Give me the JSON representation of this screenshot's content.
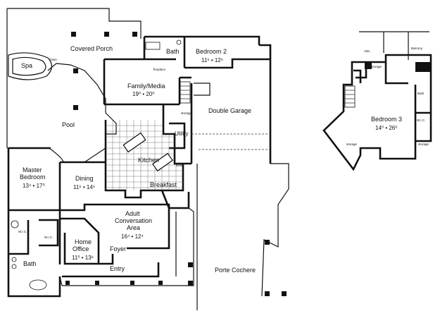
{
  "rooms": {
    "covered_porch": "Covered Porch",
    "spa": "Spa",
    "down": "down",
    "bath_upper": "Bath",
    "fireplace": "fireplace",
    "bedroom2": "Bedroom 2",
    "bedroom2_dims": "11⁶ • 12⁶",
    "family_media": "Family/Media",
    "family_media_dims": "19⁰ • 20⁰",
    "storage": "storage",
    "double_garage": "Double Garage",
    "pool": "Pool",
    "utility": "Utility",
    "kitchen": "Kitchen",
    "desk": "Desk",
    "master_bedroom": "Master",
    "master_bedroom2": "Bedroom",
    "master_dims": "13⁴ • 17⁰",
    "dining": "Dining",
    "dining_dims": "11⁶ • 14⁶",
    "breakfast": "Breakfast",
    "adult_conv1": "Adult",
    "adult_conv2": "Conversation",
    "adult_conv3": "Area",
    "adult_conv_dims": "16⁴ • 12⁴",
    "wic": "W.I.C.",
    "home_office1": "Home",
    "home_office2": "Office",
    "home_office_dims": "11⁰ • 13⁶",
    "foyer": "Foyer",
    "bath_master": "Bath",
    "entry": "Entry",
    "porte_cochere": "Porte Cochere",
    "attic": "Attic",
    "balcony": "Balcony",
    "storage_up": "storage",
    "bath_up": "Bath",
    "bedroom3": "Bedroom 3",
    "bedroom3_dims": "14⁰ • 26⁰",
    "wic_up": "W.I.C.",
    "storage_up2": "storage",
    "storage_up3": "storage"
  }
}
